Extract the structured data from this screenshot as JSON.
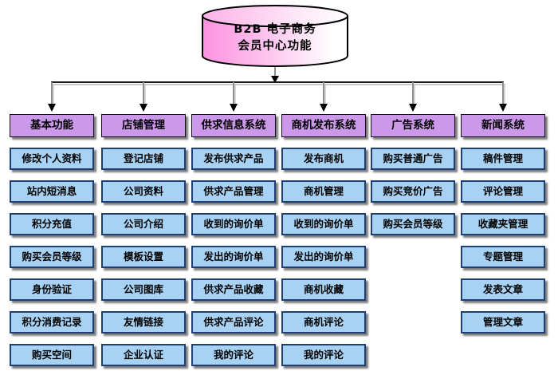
{
  "title": {
    "line1": "B2B 电子商务",
    "line2": "会员中心功能"
  },
  "colors": {
    "cylinder_pink": "#fe9ce2",
    "cylinder_light": "#ffffff",
    "header_fill": "#cc99ea",
    "item_fill": "#a7d2f3",
    "item_border": "#1e3f70",
    "connector_line": "#8f8f8f",
    "arrow": "#000000"
  },
  "columns": [
    {
      "header": "基本功能",
      "items": [
        "修改个人资料",
        "站内短消息",
        "积分充值",
        "购买会员等级",
        "身份验证",
        "积分消费记录",
        "购买空间"
      ]
    },
    {
      "header": "店铺管理",
      "items": [
        "登记店铺",
        "公司资料",
        "公司介绍",
        "模板设置",
        "公司图库",
        "友情链接",
        "企业认证"
      ]
    },
    {
      "header": "供求信息系统",
      "items": [
        "发布供求产品",
        "供求产品管理",
        "收到的询价单",
        "发出的询价单",
        "供求产品收藏",
        "供求产品评论",
        "我的评论"
      ]
    },
    {
      "header": "商机发布系统",
      "items": [
        "发布商机",
        "商机管理",
        "收到的询价单",
        "发出的询价单",
        "商机收藏",
        "商机评论",
        "我的评论"
      ]
    },
    {
      "header": "广告系统",
      "items": [
        "购买普通广告",
        "购买竞价广告",
        "购买会员等级"
      ]
    },
    {
      "header": "新闻系统",
      "items": [
        "稿件管理",
        "评论管理",
        "收藏夹管理",
        "专题管理",
        "发表文章",
        "管理文章"
      ]
    }
  ]
}
